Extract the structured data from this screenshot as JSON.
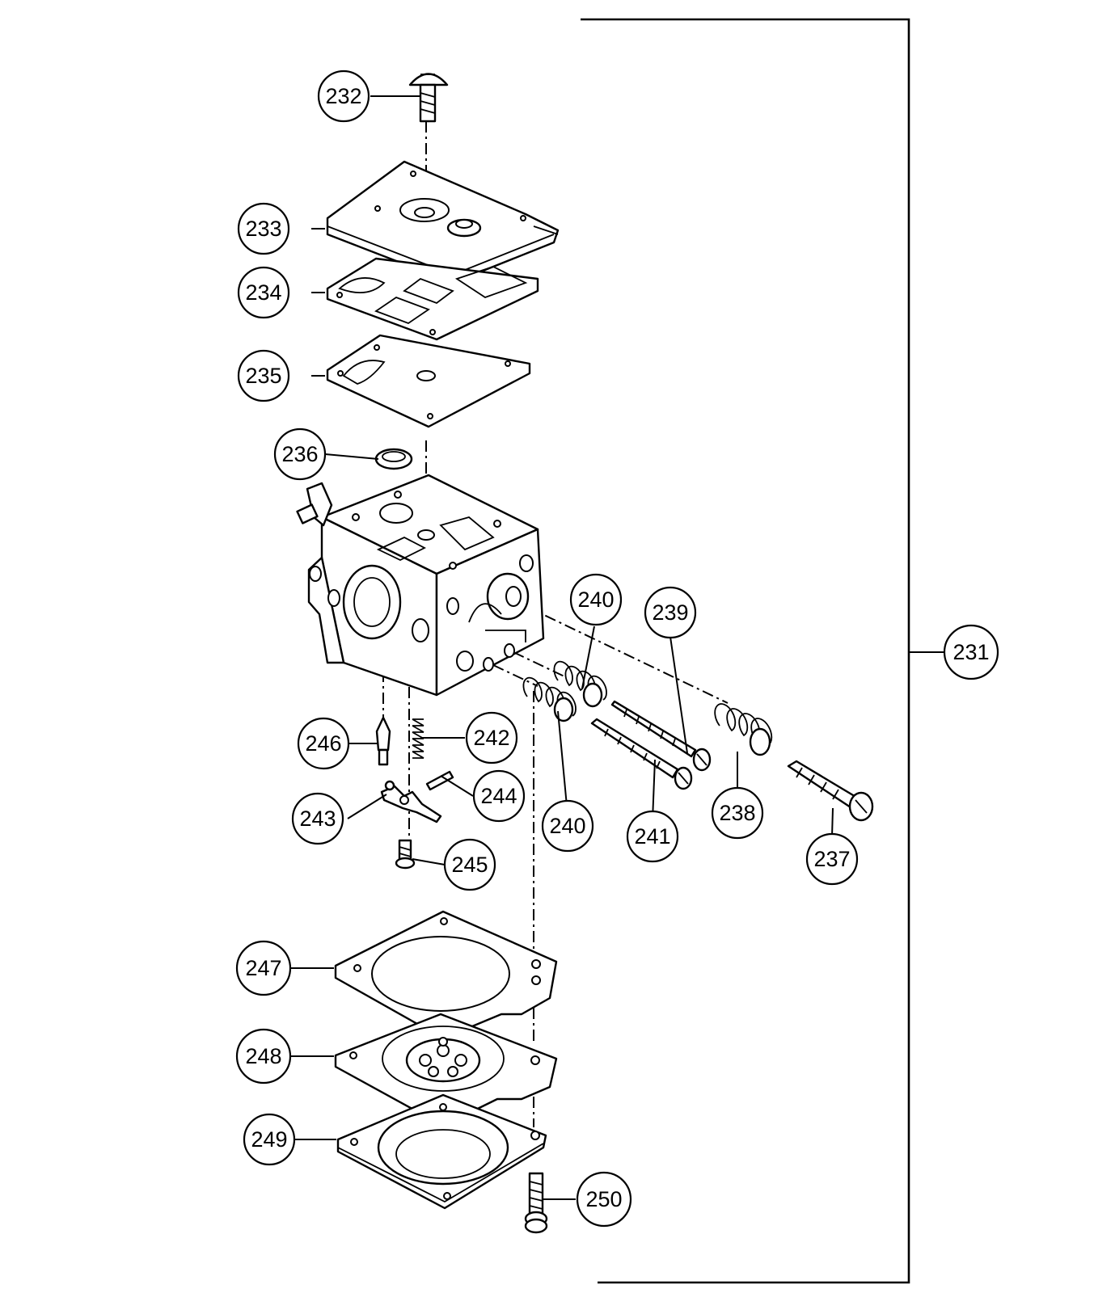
{
  "callouts": [
    {
      "id": "232",
      "label": "232"
    },
    {
      "id": "233",
      "label": "233"
    },
    {
      "id": "234",
      "label": "234"
    },
    {
      "id": "235",
      "label": "235"
    },
    {
      "id": "236",
      "label": "236"
    },
    {
      "id": "231",
      "label": "231"
    },
    {
      "id": "240a",
      "label": "240"
    },
    {
      "id": "239",
      "label": "239"
    },
    {
      "id": "246",
      "label": "246"
    },
    {
      "id": "242",
      "label": "242"
    },
    {
      "id": "244",
      "label": "244"
    },
    {
      "id": "243",
      "label": "243"
    },
    {
      "id": "240b",
      "label": "240"
    },
    {
      "id": "241",
      "label": "241"
    },
    {
      "id": "238",
      "label": "238"
    },
    {
      "id": "237",
      "label": "237"
    },
    {
      "id": "245",
      "label": "245"
    },
    {
      "id": "247",
      "label": "247"
    },
    {
      "id": "248",
      "label": "248"
    },
    {
      "id": "249",
      "label": "249"
    },
    {
      "id": "250",
      "label": "250"
    }
  ]
}
